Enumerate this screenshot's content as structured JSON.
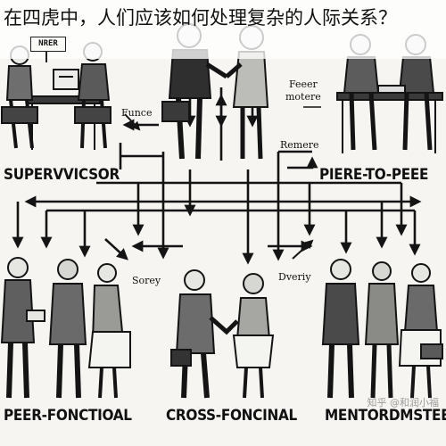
{
  "title": "在四虎中，人们应该如何处理复杂的人际关系？",
  "sign_text": "NRER",
  "labels": {
    "supervisor": "SUPERVVICSOR",
    "peer_to_peer": "PIERE-TO-PEEE",
    "peer_functional": "PEER-FONCTIOAL",
    "cross_functional": "CROSS-FONCINAL",
    "mentorship": "MENTORDMSTEE",
    "funce": "Funce",
    "feeer_motere": "Feeer\nmotere",
    "remere": "Remere",
    "sorey": "Sorey",
    "overiy": "Dveriy"
  },
  "watermark": "知乎 @和润小福",
  "colors": {
    "background": "#f6f5f1",
    "ink": "#141414",
    "watermark": "#9c9c9c"
  }
}
